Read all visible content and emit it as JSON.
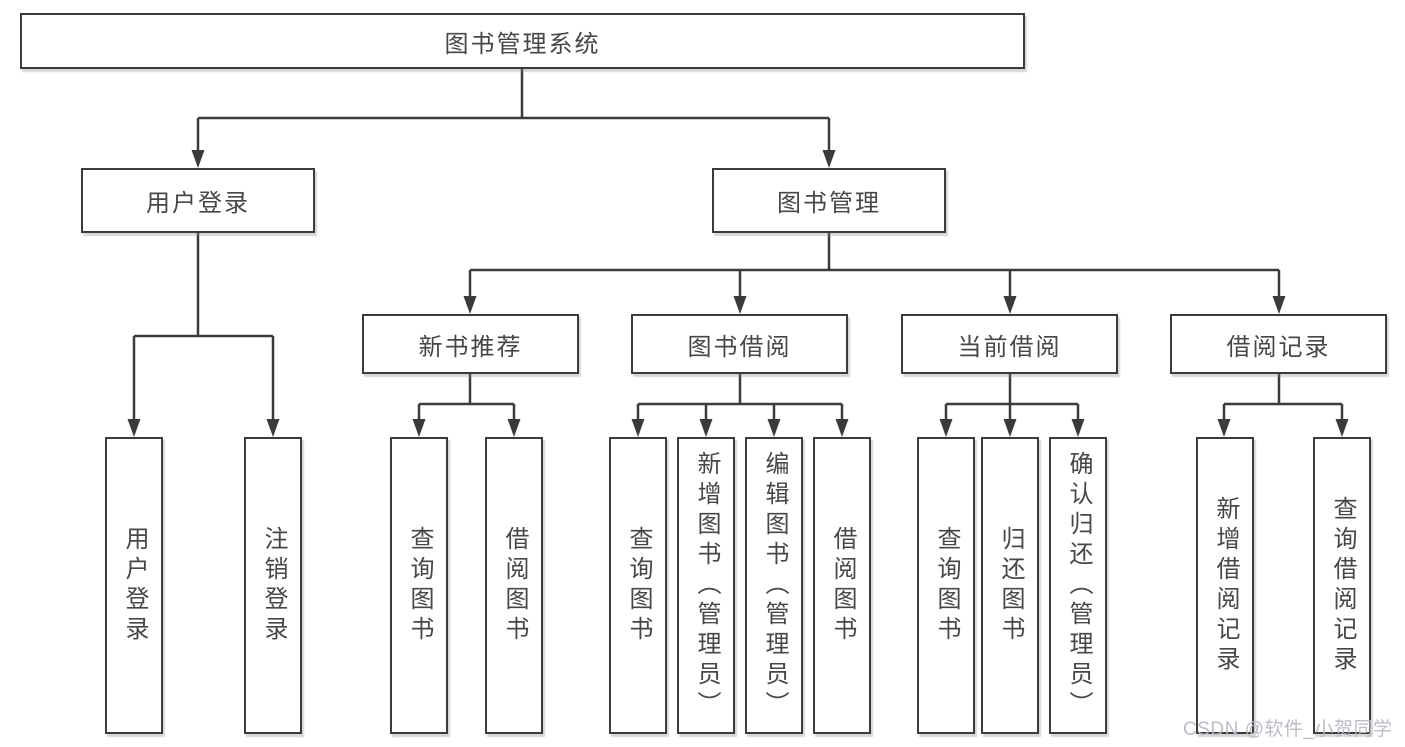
{
  "tree": {
    "label": "图书管理系统",
    "children": [
      {
        "label": "用户登录",
        "children": [
          {
            "label": "用户登录"
          },
          {
            "label": "注销登录"
          }
        ]
      },
      {
        "label": "图书管理",
        "children": [
          {
            "label": "新书推荐",
            "children": [
              {
                "label": "查询图书"
              },
              {
                "label": "借阅图书"
              }
            ]
          },
          {
            "label": "图书借阅",
            "children": [
              {
                "label": "查询图书"
              },
              {
                "label": "新增图书（管理员）"
              },
              {
                "label": "编辑图书（管理员）"
              },
              {
                "label": "借阅图书"
              }
            ]
          },
          {
            "label": "当前借阅",
            "children": [
              {
                "label": "查询图书"
              },
              {
                "label": "归还图书"
              },
              {
                "label": "确认归还（管理员）"
              }
            ]
          },
          {
            "label": "借阅记录",
            "children": [
              {
                "label": "新增借阅记录"
              },
              {
                "label": "查询借阅记录"
              }
            ]
          }
        ]
      }
    ]
  },
  "watermark": {
    "text": "CSDN @软件_小贺同学"
  },
  "colors": {
    "line": "#3b3b3b",
    "node_border": "#3b3b3b",
    "node_text": "#474747",
    "node_background": "#ffffff",
    "watermark": "#b6bac2",
    "background": "#ffffff"
  }
}
